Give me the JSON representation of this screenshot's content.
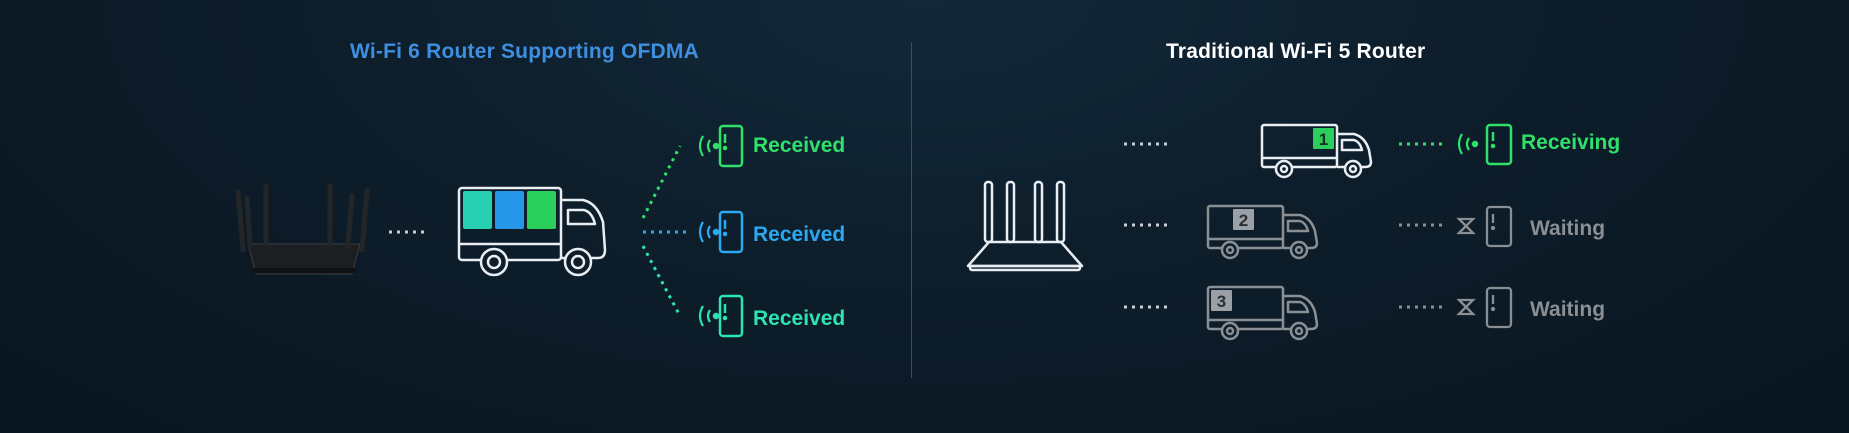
{
  "left_panel": {
    "title": "Wi-Fi 6 Router Supporting OFDMA",
    "devices": [
      {
        "status": "Received",
        "color": "#2fe06a"
      },
      {
        "status": "Received",
        "color": "#2aa8f0"
      },
      {
        "status": "Received",
        "color": "#2ce3b5"
      }
    ]
  },
  "right_panel": {
    "title": "Traditional Wi-Fi 5 Router",
    "trucks": [
      "1",
      "2",
      "3"
    ],
    "devices": [
      {
        "status": "Receiving",
        "color": "#2fe06a"
      },
      {
        "status": "Waiting",
        "color": "#8a8f94"
      },
      {
        "status": "Waiting",
        "color": "#8a8f94"
      }
    ]
  },
  "colors": {
    "left_title": "#3f8fe0",
    "right_title": "#ffffff",
    "outline": "#e8eef2",
    "muted": "#8a8f94"
  }
}
